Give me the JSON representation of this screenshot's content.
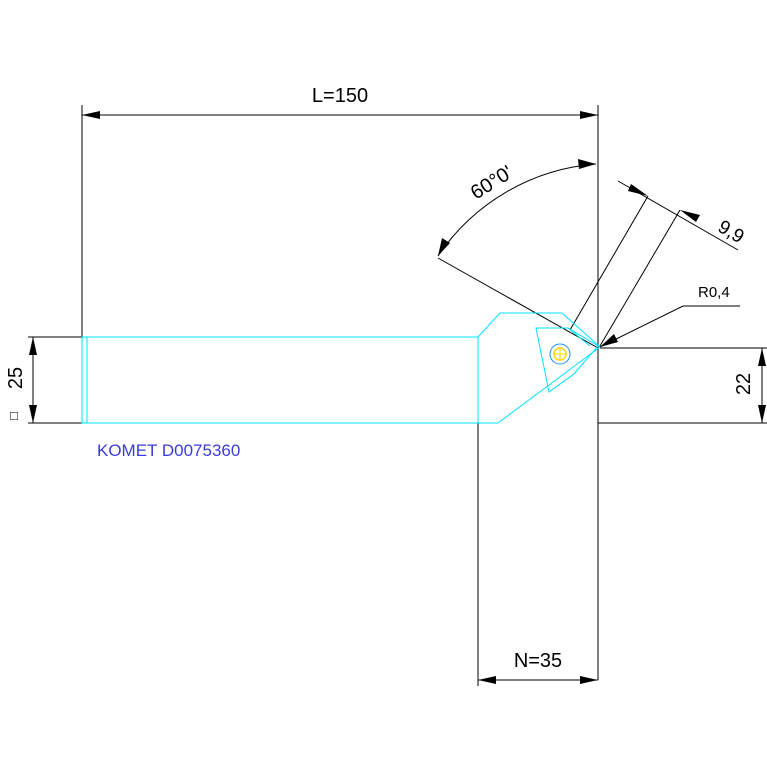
{
  "drawing": {
    "length_label": "L=150",
    "angle_label": "60°0'",
    "insert_size_label": "9,9",
    "radius_label": "R0,4",
    "height_label": "22",
    "shank_label": "25",
    "square_symbol": "□",
    "part_label": "KOMET D0075360",
    "offset_label": "N=35"
  },
  "colors": {
    "dimension_lines": "#000000",
    "tool_outline": "#00e5ff",
    "insert_center": "#ffd400",
    "part_text": "#3b3bdc"
  }
}
